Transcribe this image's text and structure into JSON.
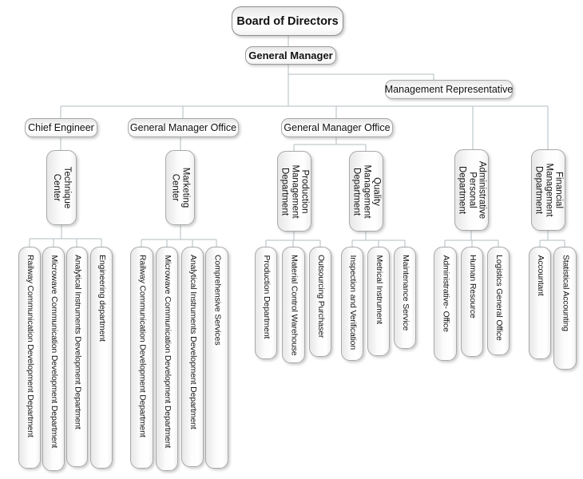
{
  "colors": {
    "connector": "#b3bcc2",
    "node_border": "#a9a9a9",
    "node_fill": "#ffffff",
    "node_gradient_edge": "#e7e7e7",
    "text": "#111111"
  },
  "org": {
    "board": "Board of Directors",
    "gm": "General Manager",
    "mgmt_rep": "Management Representative",
    "groups": [
      {
        "head": "Chief Engineer",
        "dept": "Technique\nCenter",
        "units": [
          "Railway Communication Development Department",
          "Microwave Communication Development Department",
          "Analytical Instruments Development Department",
          "Engineering department"
        ]
      },
      {
        "head": "General Manager Office",
        "dept": "Marketing\nCenter",
        "units": [
          "Railway Communication Development Department",
          "Microwave Communication Development Department",
          "Analytical Instruments Development Department",
          "Comprehensive Services"
        ]
      },
      {
        "head": "General Manager Office",
        "dept": "Production\nManagement\nDepartment",
        "units": [
          "Production Department",
          "Material Control Warehouse",
          "Outsourcing Purchaser"
        ]
      },
      {
        "dept": "Quality\nManagement\nDepartment",
        "units": [
          "Inspection and Verification",
          "Metrical Instrument",
          "Maintenance Service"
        ]
      },
      {
        "dept": "Administrative\nPersonal\nDepartment",
        "units": [
          "Administrative- Office",
          "Human Resource",
          "Logistics General Office"
        ]
      },
      {
        "dept": "Financial\nManagement\nDepartment",
        "units": [
          "Accountant",
          "Statistical Accounting"
        ]
      }
    ]
  }
}
